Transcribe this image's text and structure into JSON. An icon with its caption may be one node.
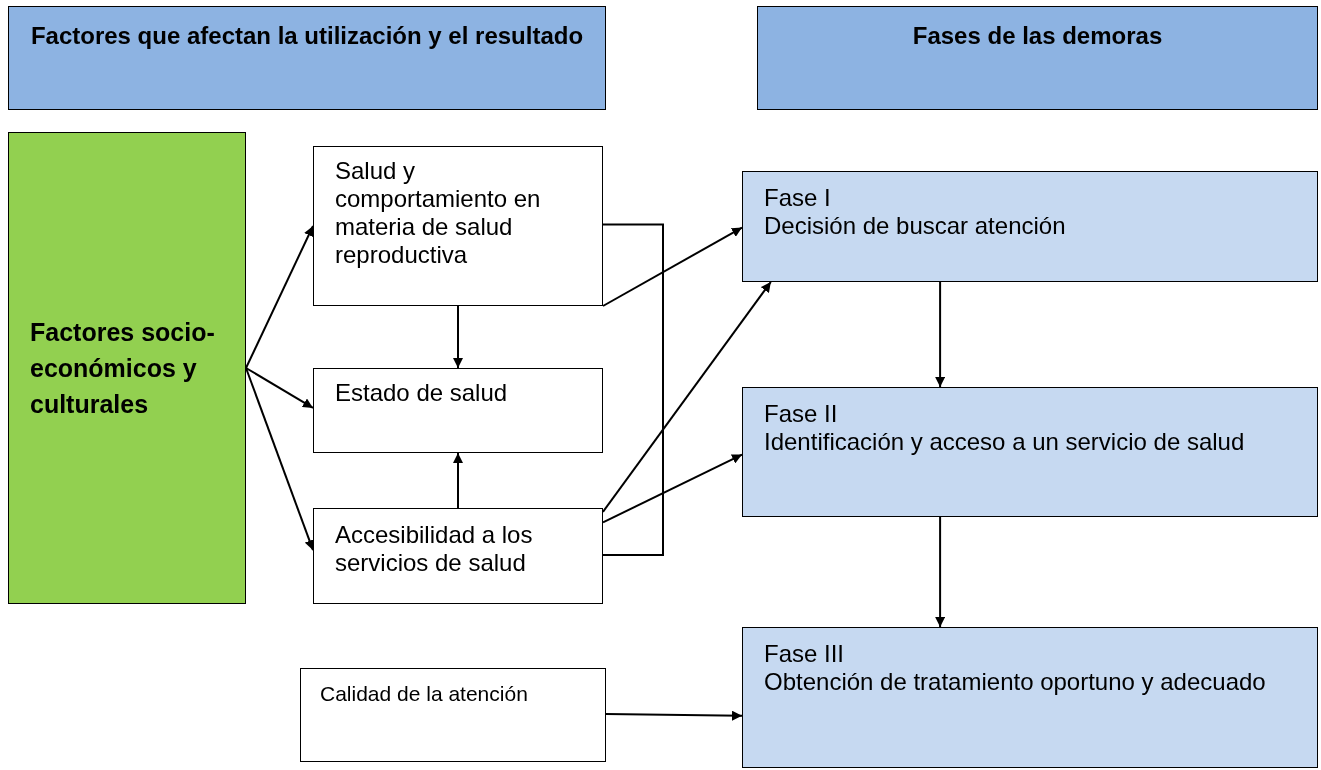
{
  "diagram": {
    "nodes": [
      {
        "text": [
          "Factores que afectan la utilización y el resultado"
        ]
      },
      {
        "text": [
          "Fases de las demoras"
        ]
      },
      {
        "text": [
          "Factores socio-económicos y culturales"
        ]
      },
      {
        "text": [
          "Salud y comportamiento en materia  de salud reproductiva"
        ]
      },
      {
        "text": [
          "Fase I",
          "Decisión de buscar atención"
        ]
      },
      {
        "text": [
          "Estado de salud"
        ]
      },
      {
        "text": [
          "Fase II",
          "Identificación y acceso a un servicio de salud"
        ]
      },
      {
        "text": [
          "Accesibilidad a los servicios de salud"
        ]
      },
      {
        "text": [
          "Fase III",
          "Obtención de tratamiento oportuno y adecuado"
        ]
      },
      {
        "text": [
          "Calidad de la atención"
        ]
      }
    ],
    "edges": [
      {
        "from": 2,
        "to": 3,
        "arrow": "to"
      },
      {
        "from": 2,
        "to": 5,
        "arrow": "to"
      },
      {
        "from": 2,
        "to": 7,
        "arrow": "to"
      },
      {
        "from": 3,
        "to": 5,
        "arrow": "to"
      },
      {
        "from": 7,
        "to": 5,
        "arrow": "to"
      },
      {
        "from": 3,
        "to": 7,
        "arrow": "none"
      },
      {
        "from": 3,
        "to": 4,
        "arrow": "to"
      },
      {
        "from": 7,
        "to": 4,
        "arrow": "to"
      },
      {
        "from": 7,
        "to": 6,
        "arrow": "to"
      },
      {
        "from": 4,
        "to": 6,
        "arrow": "to"
      },
      {
        "from": 6,
        "to": 8,
        "arrow": "to"
      },
      {
        "from": 9,
        "to": 8,
        "arrow": "to"
      }
    ]
  }
}
